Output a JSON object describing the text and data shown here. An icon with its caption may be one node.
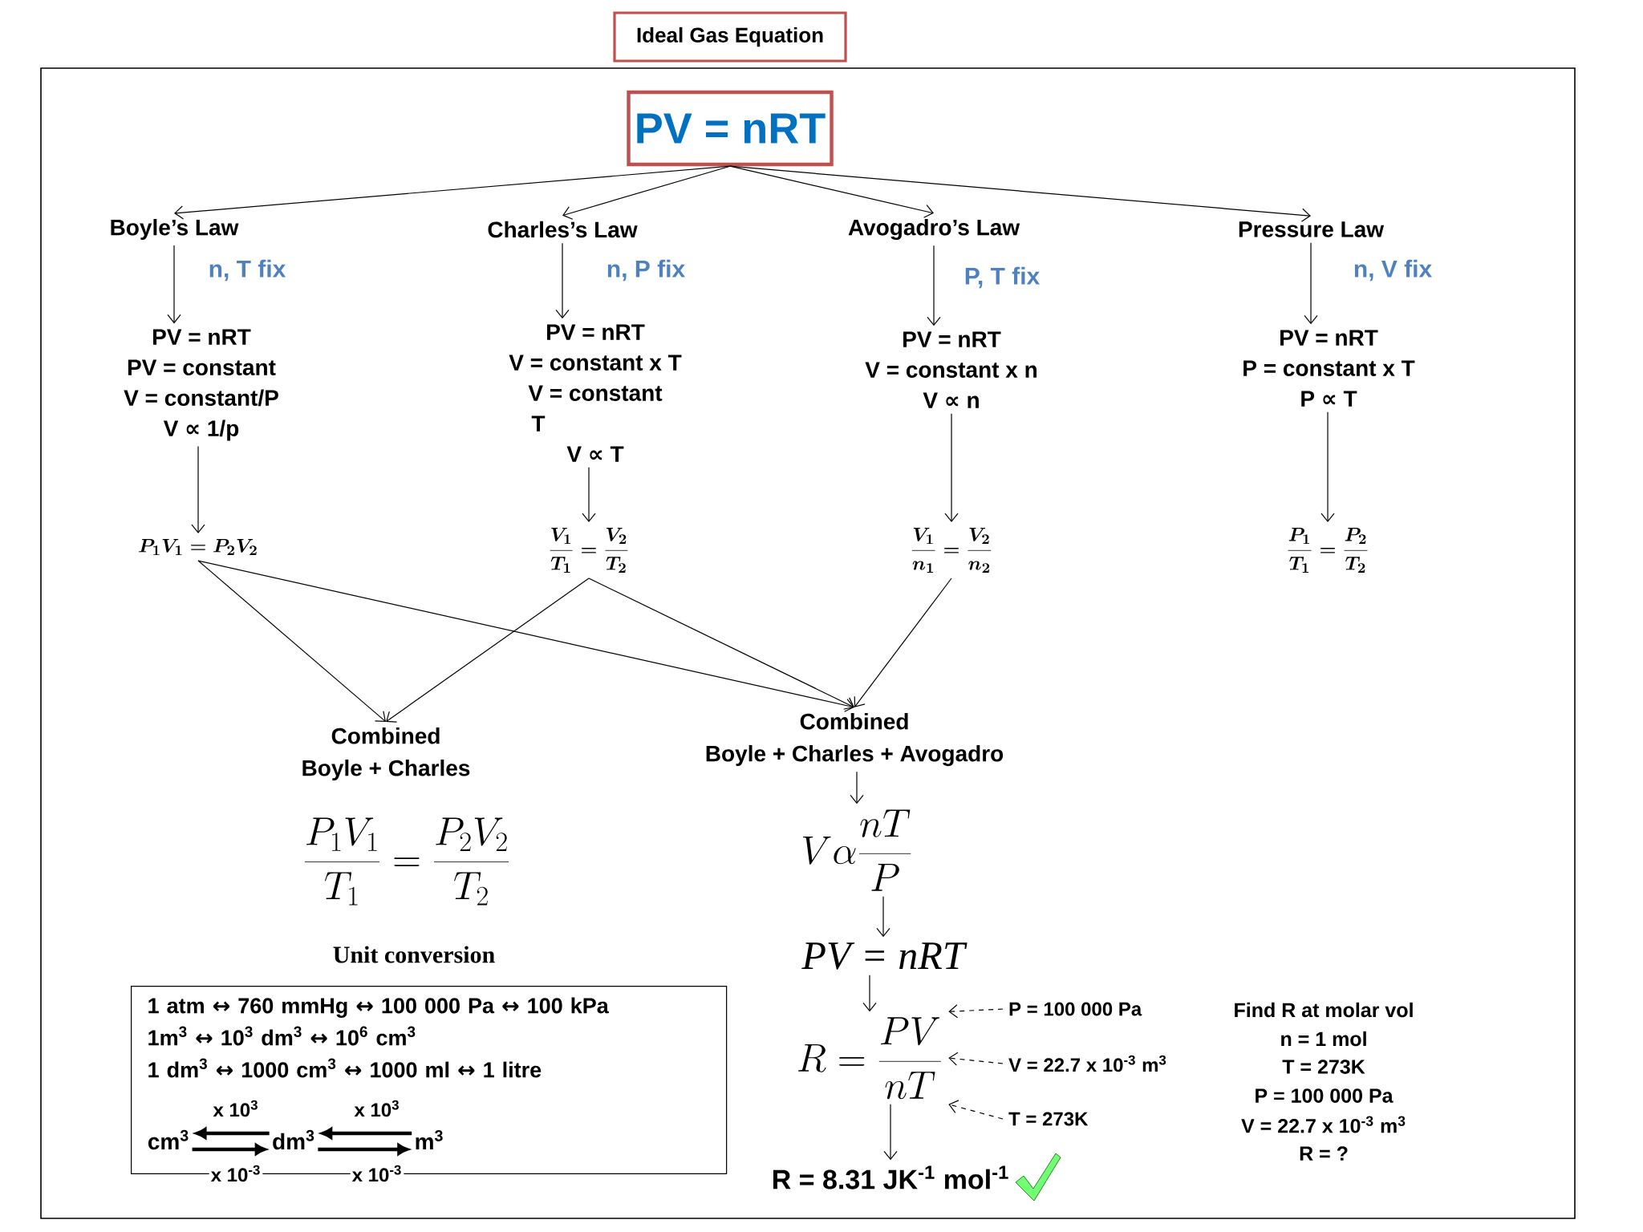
{
  "diagram": {
    "nodes": [
      {
        "text": [
          "Ideal Gas Equation"
        ]
      },
      {
        "text": [
          "PV = nRT"
        ]
      },
      {
        "text": [
          "Boyle’s Law"
        ]
      },
      {
        "text": [
          "Charles’s Law"
        ]
      },
      {
        "text": [
          "Avogadro’s Law"
        ]
      },
      {
        "text": [
          "Pressure Law"
        ]
      },
      {
        "text": [
          "PV = nRT",
          "PV = constant",
          "V = constant/P",
          "V ∝  1/p"
        ]
      },
      {
        "text": [
          "PV = nRT",
          "V = constant x T",
          "V = constant",
          "T",
          "V ∝ T"
        ]
      },
      {
        "text": [
          "PV = nRT",
          "V = constant x n",
          "V ∝ n"
        ]
      },
      {
        "text": [
          "PV = nRT",
          "P = constant x T",
          "P ∝ T"
        ]
      },
      {
        "text": [
          "P_1V_1 = P_2V_2"
        ]
      },
      {
        "text": [
          "\\frac{V_1}{T_1} = \\frac{V_2}{T_2}"
        ]
      },
      {
        "text": [
          "\\frac{V_1}{n_1} = \\frac{V_2}{n_2}"
        ]
      },
      {
        "text": [
          "\\frac{P_1}{T_1} = \\frac{P_2}{T_2}"
        ]
      },
      {
        "text": [
          "Combined",
          "Boyle +  Charles"
        ]
      },
      {
        "text": [
          "Combined",
          "Boyle +  Charles  + Avogadro"
        ]
      },
      {
        "text": [
          "V\\alpha\\frac{nT}{P}"
        ]
      },
      {
        "text": [
          "PV = nRT"
        ]
      },
      {
        "text": [
          "R = \\frac{PV}{nT}"
        ]
      },
      {
        "text": [
          "P = 100 000 Pa"
        ]
      },
      {
        "text": [
          "V = 22.7 x 10$^{-3}$ m$^{3}$"
        ]
      },
      {
        "text": [
          "T =  273K"
        ]
      },
      {
        "text": [
          "R = 8.31 JK$^{-1}$ mol$^{-1}$"
        ]
      },
      {
        "text": [
          "1 atm ↔ 760 mmHg ↔ 100 000 Pa ↔ 100 kPa",
          "1m$^{3}$   ↔ 10$^{3}$ dm$^{3}$  ↔  10$^{6}$ cm$^{3}$",
          "1 dm$^{3}$ ↔ 1000 cm$^{3}$ ↔ 1000 ml ↔  1 litre"
        ]
      },
      {
        "text": [
          "cm$^{3}$"
        ],
        "in": 23
      },
      {
        "text": [
          "dm$^{3}$"
        ],
        "in": 23
      },
      {
        "text": [
          "m$^{3}$"
        ],
        "in": 23
      }
    ],
    "edges": [
      {
        "from": 1,
        "to": 2,
        "arrow": "to"
      },
      {
        "from": 1,
        "to": 3,
        "arrow": "to"
      },
      {
        "from": 1,
        "to": 4,
        "arrow": "to"
      },
      {
        "from": 1,
        "to": 5,
        "arrow": "to"
      },
      {
        "from": 2,
        "to": 6,
        "arrow": "to",
        "label": "n, T fix"
      },
      {
        "from": 3,
        "to": 7,
        "arrow": "to",
        "label": "n, P fix"
      },
      {
        "from": 4,
        "to": 8,
        "arrow": "to",
        "label": "P, T fix"
      },
      {
        "from": 5,
        "to": 9,
        "arrow": "to",
        "label": "n, V fix"
      },
      {
        "from": 6,
        "to": 10,
        "arrow": "to"
      },
      {
        "from": 7,
        "to": 11,
        "arrow": "to"
      },
      {
        "from": 8,
        "to": 12,
        "arrow": "to"
      },
      {
        "from": 9,
        "to": 13,
        "arrow": "to"
      },
      {
        "from": 10,
        "to": 14,
        "arrow": "to"
      },
      {
        "from": 10,
        "to": 15,
        "arrow": "to"
      },
      {
        "from": 11,
        "to": 14,
        "arrow": "to"
      },
      {
        "from": 11,
        "to": 15,
        "arrow": "to"
      },
      {
        "from": 12,
        "to": 15,
        "arrow": "to"
      },
      {
        "from": 15,
        "to": 16,
        "arrow": "to"
      },
      {
        "from": 16,
        "to": 17,
        "arrow": "to"
      },
      {
        "from": 17,
        "to": 18,
        "arrow": "to"
      },
      {
        "from": 18,
        "to": 22,
        "arrow": "to"
      },
      {
        "from": 19,
        "to": 18,
        "arrow": "to",
        "style": "dashed"
      },
      {
        "from": 20,
        "to": 18,
        "arrow": "to",
        "style": "dashed"
      },
      {
        "from": 21,
        "to": 18,
        "arrow": "to",
        "style": "dashed"
      },
      {
        "from": 25,
        "to": 24,
        "arrow": "to",
        "style": "thick",
        "label": "x 10$^{3}$"
      },
      {
        "from": 24,
        "to": 25,
        "arrow": "to",
        "style": "thick",
        "label": "x 10$^{-3}$"
      },
      {
        "from": 26,
        "to": 25,
        "arrow": "to",
        "style": "thick",
        "label": "x 10$^{3}$"
      },
      {
        "from": 25,
        "to": 26,
        "arrow": "to",
        "style": "thick",
        "label": "x 10$^{-3}$"
      }
    ],
    "labels": [
      "\\frac{P_1V_1}{T_1} = \\frac{P_2V_2}{T_2}",
      "Unit conversion",
      "Find R  at molar vol",
      "n = 1 mol",
      "T =  273K",
      "P = 100 000 Pa",
      "V = 22.7 x 10$^{-3}$ m$^{3}$",
      "R = ?"
    ]
  }
}
